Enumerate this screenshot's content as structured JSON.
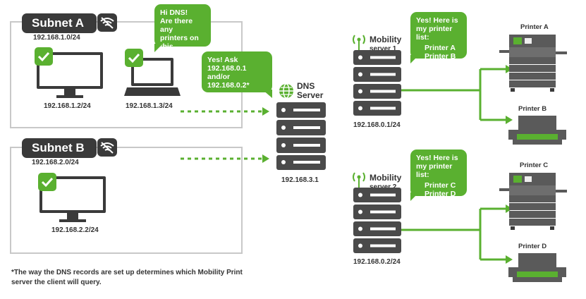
{
  "subnet_a": {
    "name": "Subnet A",
    "range": "192.168.1.0/24",
    "desktop_ip": "192.168.1.2/24",
    "laptop_ip": "192.168.1.3/24"
  },
  "subnet_b": {
    "name": "Subnet B",
    "range": "192.168.2.0/24",
    "desktop_ip": "192.168.2.2/24"
  },
  "bubbles": {
    "client_question": [
      "Hi DNS!",
      "Are there any",
      "printers on",
      "this network?"
    ],
    "dns_answer": [
      "Yes! Ask",
      "192.168.0.1",
      "and/or",
      "192.168.0.2*"
    ],
    "server1_reply": [
      "Yes! Here is",
      "my printer list:"
    ],
    "server1_printers": [
      "Printer A",
      "Printer B"
    ],
    "server2_reply": [
      "Yes! Here is",
      "my printer list:"
    ],
    "server2_printers": [
      "Printer C",
      "Printer D"
    ]
  },
  "dns": {
    "title_line1": "DNS",
    "title_line2": "Server",
    "ip": "192.168.3.1"
  },
  "mobility_server_1": {
    "title_line1": "Mobility",
    "title_line2": "server 1",
    "ip": "192.168.0.1/24"
  },
  "mobility_server_2": {
    "title_line1": "Mobility",
    "title_line2": "server 2",
    "ip": "192.168.0.2/24"
  },
  "printers": {
    "a": "Printer A",
    "b": "Printer B",
    "c": "Printer C",
    "d": "Printer D"
  },
  "footnote": {
    "line1": "*The way the DNS records are set up determines which Mobility Print",
    "line2": "server the client will query."
  },
  "colors": {
    "green": "#5ab030",
    "dark": "#3a3a3a",
    "server": "#4a4a4a",
    "border": "#c8c8c8"
  },
  "icons": [
    "no-wifi-icon",
    "checkmark-icon",
    "desktop-monitor-icon",
    "laptop-icon",
    "globe-icon",
    "server-rack-icon",
    "antenna-icon",
    "mfp-printer-icon",
    "desktop-printer-icon"
  ]
}
